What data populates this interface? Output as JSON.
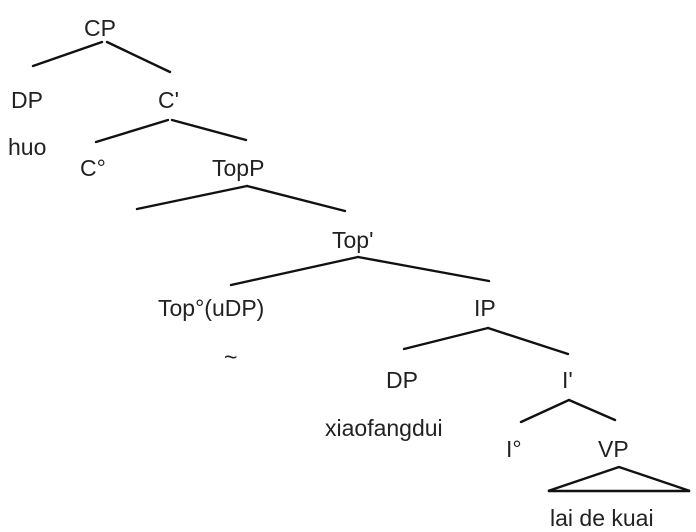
{
  "tree": {
    "labels": {
      "cp": "CP",
      "dp_top": "DP",
      "c_bar": "C'",
      "huo": "huo",
      "c_head": "C°",
      "top_p": "TopP",
      "top_bar": "Top'",
      "top_head": "Top°(uDP)",
      "tilde": "~",
      "ip": "IP",
      "dp_ip": "DP",
      "i_bar": "I'",
      "xiaofangdui": "xiaofangdui",
      "i_head": "I°",
      "vp": "VP",
      "lai_de_kuai": "lai de kuai"
    },
    "colors": {
      "line": "#111111",
      "text": "#222222",
      "background": "#ffffff"
    }
  }
}
